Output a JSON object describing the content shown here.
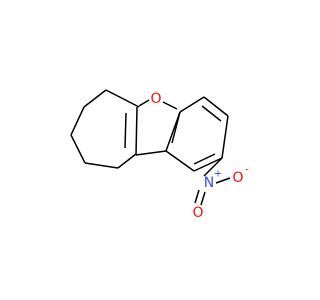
{
  "molecule": {
    "atoms": {
      "ring_oxygen": {
        "symbol": "O",
        "color": "#ff0d0d"
      },
      "nitro_nitrogen": {
        "symbol": "N",
        "charge": "+",
        "color": "#3050f8"
      },
      "nitro_oxygen_single": {
        "symbol": "O",
        "charge": "-",
        "color": "#ff0d0d"
      },
      "nitro_oxygen_double": {
        "symbol": "O",
        "color": "#ff0d0d"
      }
    },
    "bond_color": "#000000",
    "background": "#ffffff"
  }
}
